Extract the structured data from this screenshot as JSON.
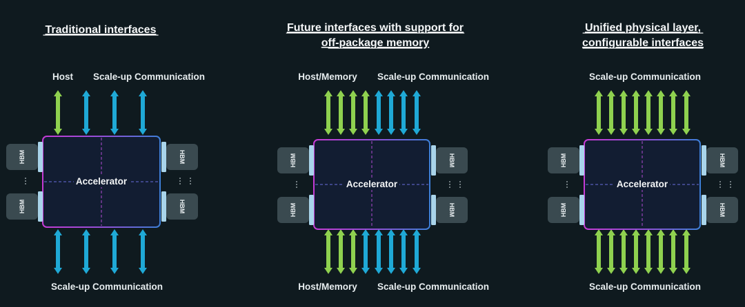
{
  "panels": [
    {
      "title_lines": [
        "Traditional interfaces"
      ],
      "top_labels": [
        "Host",
        "Scale-up Communication"
      ],
      "bottom_labels": [
        "Scale-up Communication"
      ],
      "core_label": "Accelerator",
      "hbm_label": "HBM",
      "top_arrows": [
        "green",
        "blue",
        "blue",
        "blue"
      ],
      "bottom_arrows": [
        "blue",
        "blue",
        "blue",
        "blue"
      ]
    },
    {
      "title_lines": [
        "Future interfaces with support for",
        "off-package memory"
      ],
      "top_labels": [
        "Host/Memory",
        "Scale-up Communication"
      ],
      "bottom_labels": [
        "Host/Memory",
        "Scale-up Communication"
      ],
      "core_label": "Accelerator",
      "hbm_label": "HBM",
      "top_arrows": [
        "green",
        "green",
        "green",
        "green",
        "blue",
        "blue",
        "blue",
        "blue"
      ],
      "bottom_arrows": [
        "green",
        "green",
        "green",
        "blue",
        "blue",
        "blue",
        "blue",
        "blue"
      ]
    },
    {
      "title_lines": [
        "Unified physical layer,",
        "configurable interfaces"
      ],
      "top_labels": [
        "Scale-up Communication"
      ],
      "bottom_labels": [
        "Scale-up Communication"
      ],
      "core_label": "Accelerator",
      "hbm_label": "HBM",
      "top_arrows": [
        "green",
        "green",
        "green",
        "green",
        "green",
        "green",
        "green",
        "green"
      ],
      "bottom_arrows": [
        "green",
        "green",
        "green",
        "green",
        "green",
        "green",
        "green",
        "green"
      ]
    }
  ],
  "colors": {
    "background": "#0f1a1f",
    "green_arrow": "#8fd14f",
    "blue_arrow": "#1fa9d6",
    "core_border_left": "#c63bd6",
    "core_border_right": "#3d7fd8",
    "hbm_box": "#3a4a50",
    "hbm_connector": "#a9d4ea"
  }
}
